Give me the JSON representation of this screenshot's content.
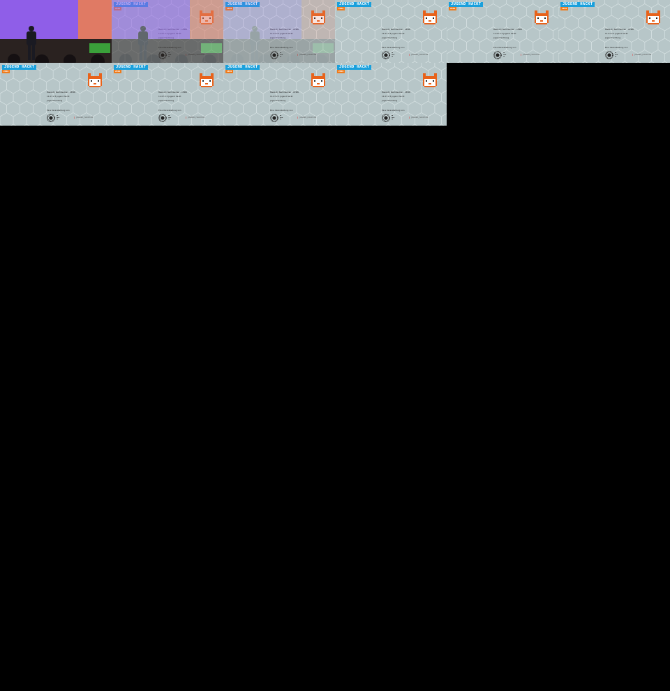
{
  "tiles": [
    {
      "kind": "stage",
      "opacity": 0.0
    },
    {
      "kind": "stage",
      "opacity": 0.45
    },
    {
      "kind": "stage",
      "opacity": 0.8
    },
    {
      "kind": "slide"
    },
    {
      "kind": "slide"
    },
    {
      "kind": "slide"
    },
    {
      "kind": "slide"
    },
    {
      "kind": "slide"
    },
    {
      "kind": "slide"
    },
    {
      "kind": "slide"
    }
  ],
  "slide": {
    "brand": "JUGEND HACKT",
    "sub": "2019",
    "line1": "Make-ity Nachdenken - CERN",
    "line2": "11.07.2.5 Jugend hackt",
    "line3": "Jugendrechtung",
    "line4": "Eine Veranstaltung von",
    "sponsor": "JUGEND_HACKT.DE"
  },
  "colors": {
    "background": "#b7c6c8",
    "brand": "#1aa0dc",
    "accent": "#f07b1a",
    "stage_light": "#8f5ee8"
  }
}
